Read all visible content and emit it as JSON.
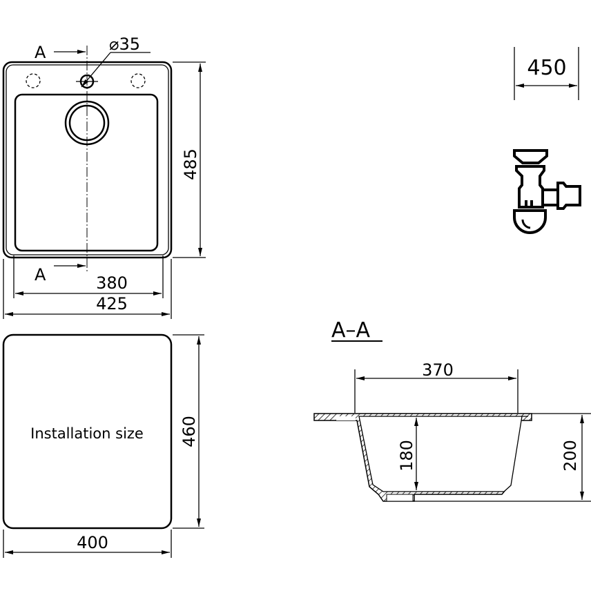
{
  "top_view": {
    "section_mark_top": "A",
    "section_mark_bottom": "A",
    "hole_diameter": "⌀35",
    "height": "485",
    "inner_width": "380",
    "outer_width": "425"
  },
  "installation": {
    "label": "Installation size",
    "height": "460",
    "width": "400"
  },
  "cabinet": {
    "width": "450"
  },
  "siphon": {
    "icon": "siphon-icon"
  },
  "section": {
    "title": "A–A",
    "bowl_width": "370",
    "bowl_depth": "180",
    "total_depth": "200"
  }
}
